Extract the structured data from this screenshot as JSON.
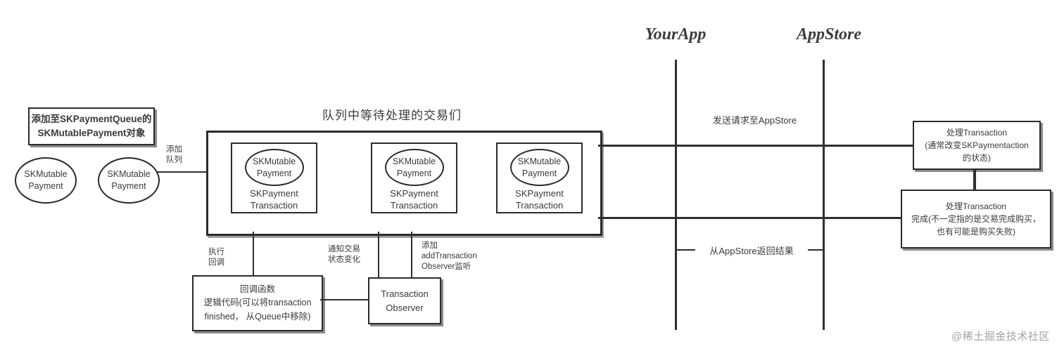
{
  "colors": {
    "line": "#2f2f2f",
    "text": "#3a3a3a",
    "watermark": "#a3a3a3"
  },
  "left_panel": {
    "add_box_line1": "添加至SKPaymentQueue的",
    "add_box_line2": "SKMutablePayment对象",
    "payment_line1": "SKMutable",
    "payment_line2": "Payment",
    "add_arrow_label_line1": "添加",
    "add_arrow_label_line2": "队列"
  },
  "queue": {
    "title": "队列中等待处理的交易们",
    "items": [
      {
        "ellipse": [
          "SKMutable",
          "Payment"
        ],
        "label": [
          "SKPayment",
          "Transaction"
        ]
      },
      {
        "ellipse": [
          "SKMutable",
          "Payment"
        ],
        "label": [
          "SKPayment",
          "Transaction"
        ]
      },
      {
        "ellipse": [
          "SKMutable",
          "Payment"
        ],
        "label": [
          "SKPayment",
          "Transaction"
        ]
      }
    ]
  },
  "timeline": {
    "column1": "YourApp",
    "column2": "AppStore",
    "request_label": "发送请求至AppStore",
    "response_label": "从AppStore返回结果"
  },
  "right_panel": {
    "box1_line1": "处理Transaction",
    "box1_line2": "(通常改变SKPaymentaction",
    "box1_line3": "的状态)",
    "box2_line1": "处理Transaction",
    "box2_line2": "完成(不一定指的是交易完成购买，",
    "box2_line3": "也有可能是购买失败)"
  },
  "bottom_panel": {
    "callback_edge_line1": "执行",
    "callback_edge_line2": "回调",
    "notify_edge_line1": "通知交易",
    "notify_edge_line2": "状态变化",
    "observer_edge_line1": "添加",
    "observer_edge_line2": "addTransaction",
    "observer_edge_line3": "Observer监听",
    "callback_box_line1": "回调函数",
    "callback_box_line2": "逻辑代码(可以将transaction",
    "callback_box_line3": "finished， 从Queue中移除)",
    "observer_box_line1": "Transaction",
    "observer_box_line2": "Observer"
  },
  "watermark": "@稀土掘金技术社区"
}
